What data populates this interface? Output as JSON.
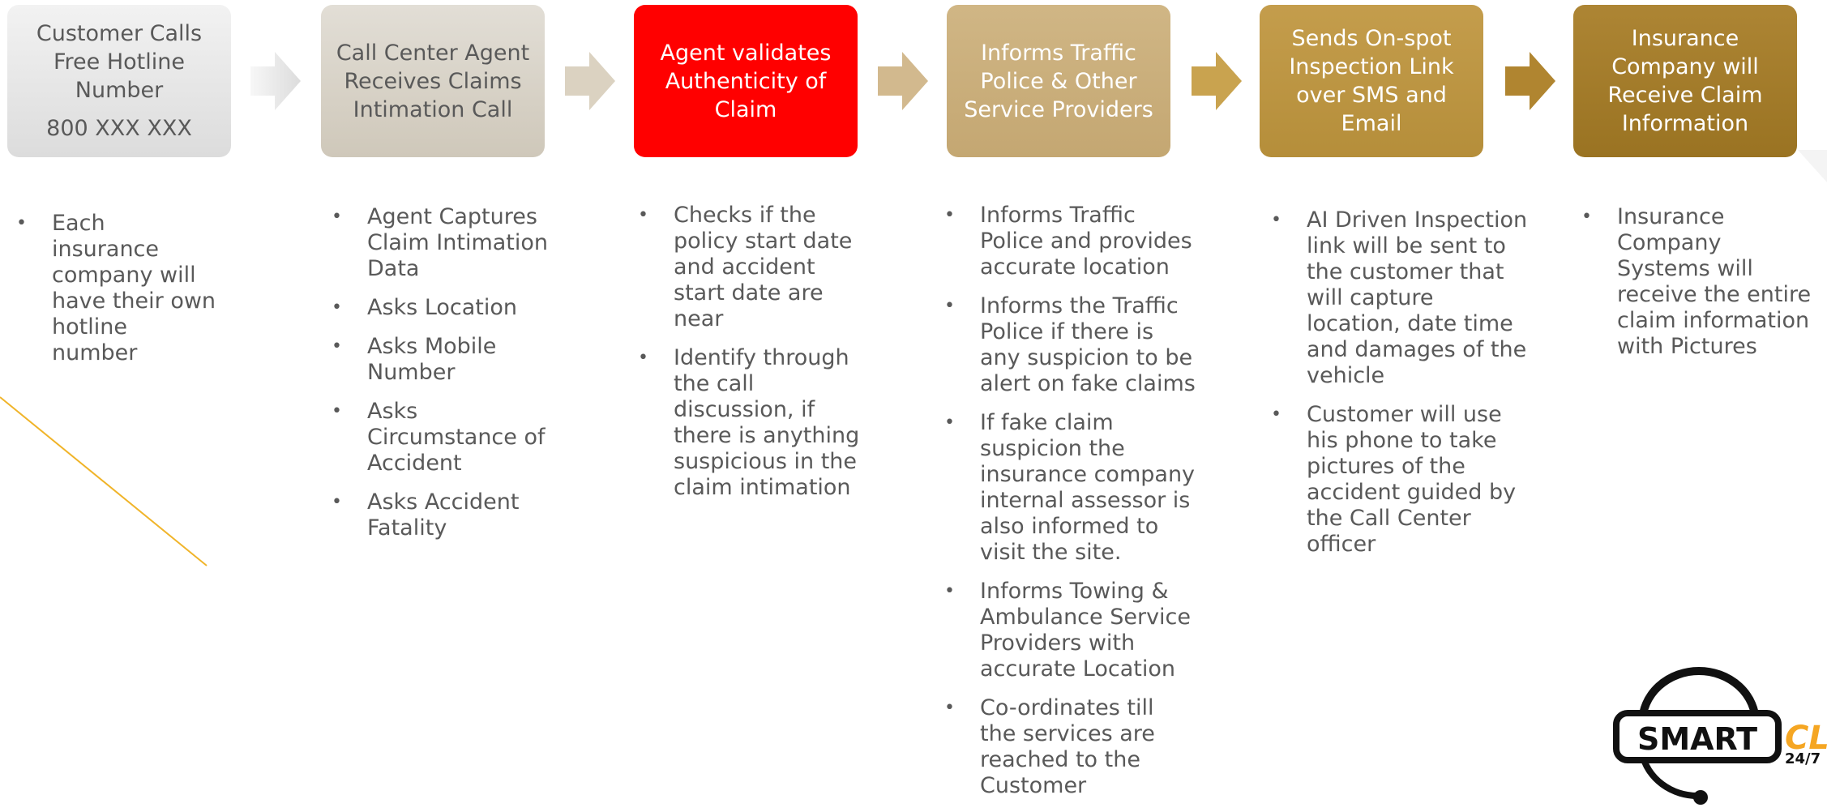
{
  "steps": [
    {
      "title": "Customer Calls Free Hotline Number",
      "sub": "800 XXX XXX",
      "bullets": [
        "Each insurance company will have their own hotline number"
      ]
    },
    {
      "title": "Call Center Agent Receives Claims Intimation Call",
      "bullets": [
        "Agent Captures Claim Intimation Data",
        "Asks Location",
        "Asks Mobile Number",
        "Asks Circumstance of Accident",
        "Asks Accident Fatality"
      ]
    },
    {
      "title": "Agent validates Authenticity of Claim",
      "bullets": [
        "Checks if the policy start date and accident start date are near",
        "Identify through the call discussion, if there is anything suspicious in the claim intimation"
      ]
    },
    {
      "title": "Informs Traffic Police & Other Service Providers",
      "bullets": [
        "Informs Traffic Police and provides accurate location",
        "Informs the Traffic Police if there is any suspicion to be alert on fake claims",
        "If fake claim suspicion the insurance company internal assessor is also informed to visit the site.",
        "Informs Towing & Ambulance Service Providers with accurate Location",
        "Co-ordinates till the services are reached to the Customer"
      ]
    },
    {
      "title": "Sends On-spot Inspection Link over SMS and Email",
      "bullets": [
        "AI Driven Inspection link will be sent to the customer that will capture location, date time and damages of the vehicle",
        "Customer will use his phone to take pictures of the accident guided by the Call Center officer"
      ]
    },
    {
      "title": "Insurance Company will Receive Claim Information",
      "bullets": [
        "Insurance Company Systems will receive the entire claim information with Pictures"
      ]
    }
  ],
  "bullet_glyph": "•",
  "logo": {
    "brand": "SMART",
    "suffix": "CLA",
    "tagline": "24/7"
  },
  "colors": {
    "box1": "#e8e8e8",
    "box2": "#d9d4ca",
    "box3": "#ff0000",
    "box4": "#c8ab78",
    "box5": "#b8923e",
    "box6": "#9e7725",
    "accent_line": "#f0b429",
    "logo_orange": "#f5a623"
  }
}
